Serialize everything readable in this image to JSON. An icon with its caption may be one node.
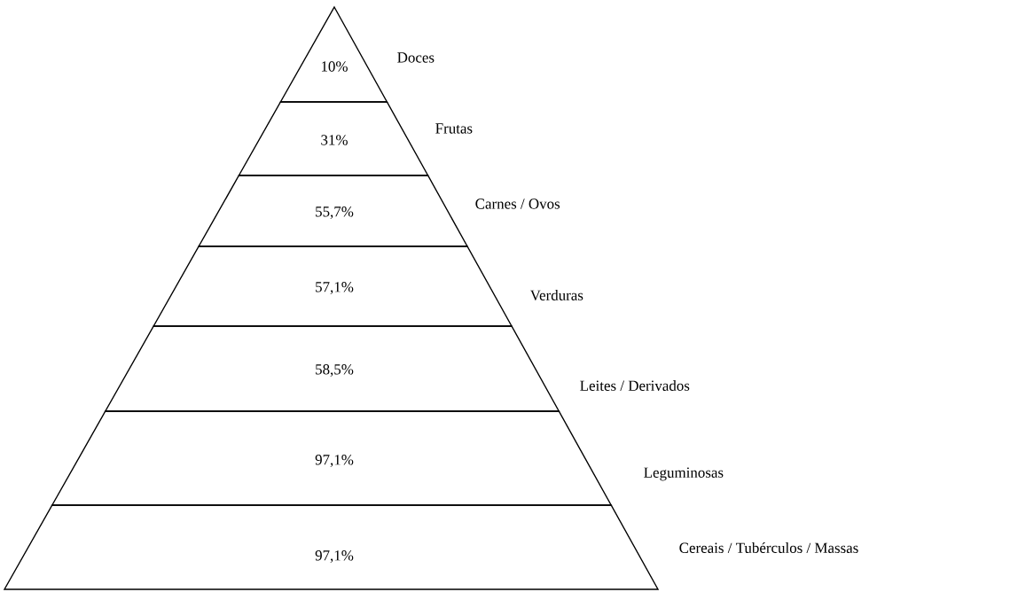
{
  "diagram": {
    "nodes": [
      {
        "text": [
          "10%"
        ],
        "beside": [
          "Doces"
        ]
      },
      {
        "text": [
          "31%"
        ],
        "beside": [
          "Frutas"
        ]
      },
      {
        "text": [
          "55,7%"
        ],
        "beside": [
          "Carnes / Ovos"
        ]
      },
      {
        "text": [
          "57,1%"
        ],
        "beside": [
          "Verduras"
        ]
      },
      {
        "text": [
          "58,5%"
        ],
        "beside": [
          "Leites / Derivados"
        ]
      },
      {
        "text": [
          "97,1%"
        ],
        "beside": [
          "Leguminosas"
        ]
      },
      {
        "text": [
          "97,1%"
        ],
        "beside": [
          "Cereais / Tubérculos / Massas"
        ]
      }
    ]
  }
}
